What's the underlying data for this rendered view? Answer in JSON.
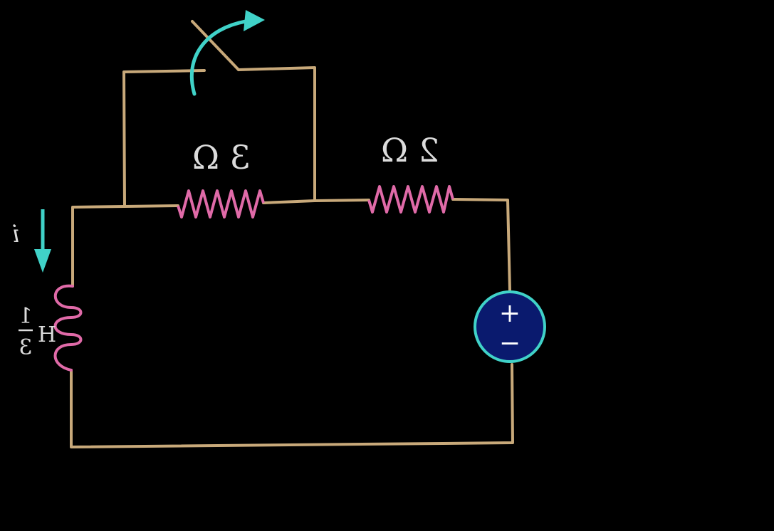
{
  "colors": {
    "background": "#000000",
    "wire": "#c8a97a",
    "resistor": "#e06aa8",
    "inductor": "#e06aa8",
    "arrow": "#40d2c8",
    "source_fill": "#0a1a6e",
    "source_ring": "#40d2c8",
    "text": "#dcdcdc"
  },
  "resistor_left": {
    "label": "3 Ω"
  },
  "resistor_right": {
    "label": "2 Ω"
  },
  "inductor": {
    "label_numerator": "1",
    "label_denominator": "3",
    "label_unit": "H"
  },
  "current": {
    "label": "i"
  },
  "source": {
    "plus": "+",
    "minus": "−"
  },
  "transform": "mirrored"
}
